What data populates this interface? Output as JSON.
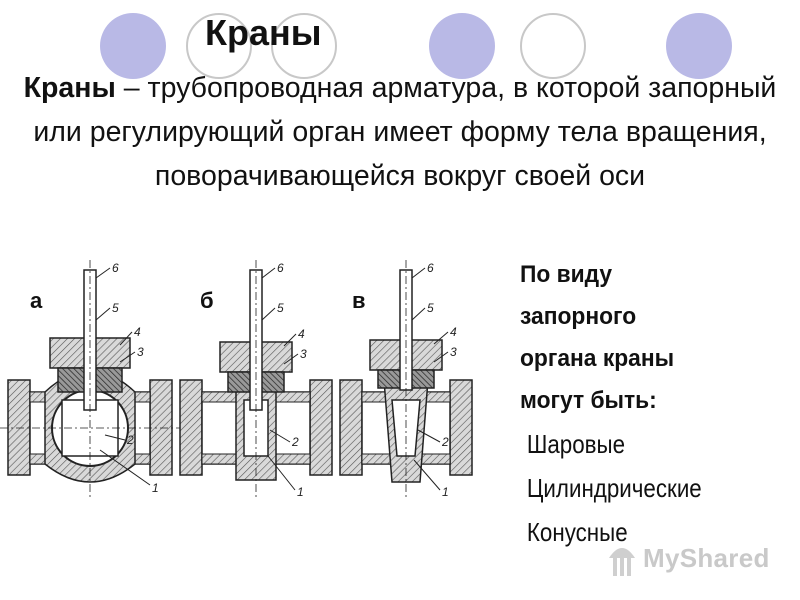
{
  "title": "Краны",
  "definition": {
    "term": "Краны",
    "text": " – трубопроводная арматура, в которой запорный или регулирующий орган имеет форму тела вращения, поворачивающейся вокруг своей оси"
  },
  "diagram": {
    "panel_letters": [
      "а",
      "б",
      "в"
    ],
    "part_numbers": [
      "1",
      "2",
      "3",
      "4",
      "5",
      "6"
    ]
  },
  "side": {
    "heading": "По виду запорного органа краны могут быть:",
    "items": [
      "Шаровые",
      "Цилиндрические",
      "Конусные"
    ]
  },
  "watermark": {
    "text": "MyShared",
    "logo": "mushroom-logo-icon"
  },
  "colors": {
    "circle_fill": "#b9b9e6",
    "circle_outline": "#c8c8c8"
  }
}
